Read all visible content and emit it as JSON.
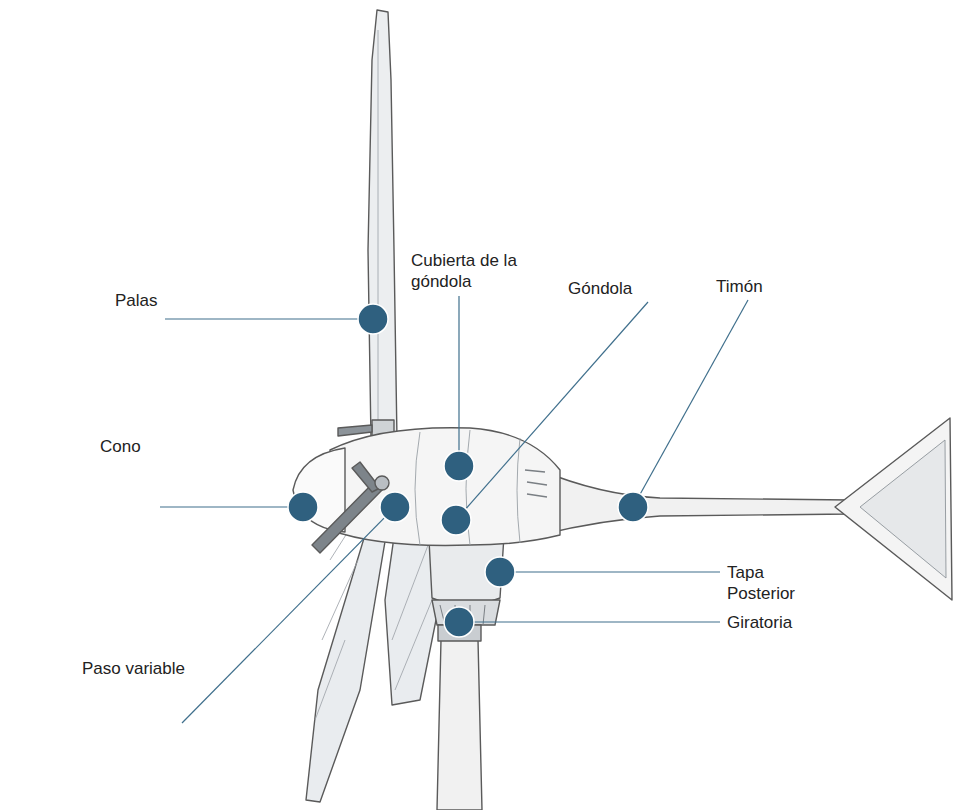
{
  "diagram": {
    "labels": [
      "Palas",
      "Cubierta de la góndola",
      "Góndola",
      "Timón",
      "Cono",
      "Tapa Posterior",
      "Giratoria",
      "Paso variable"
    ]
  }
}
